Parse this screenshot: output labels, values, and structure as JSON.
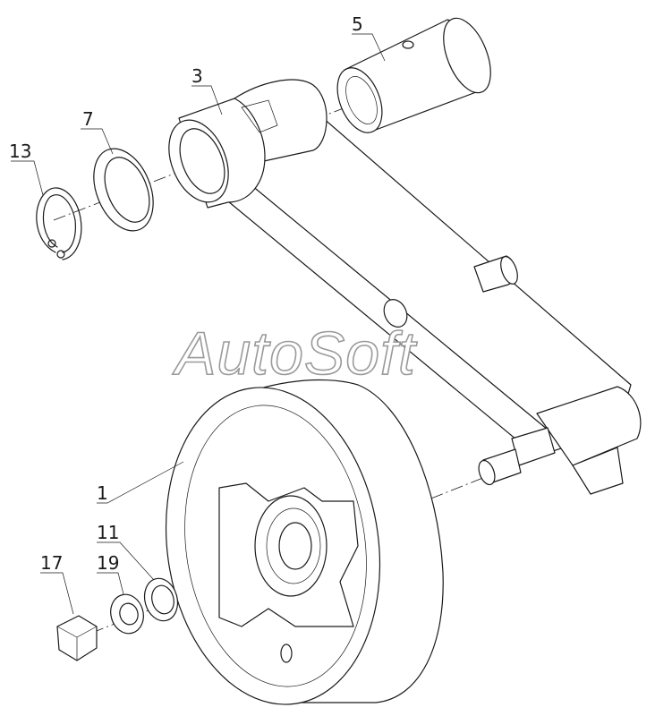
{
  "callouts": [
    {
      "id": "p1",
      "number": "1"
    },
    {
      "id": "p3",
      "number": "3"
    },
    {
      "id": "p5",
      "number": "5"
    },
    {
      "id": "p7",
      "number": "7"
    },
    {
      "id": "p11",
      "number": "11"
    },
    {
      "id": "p13",
      "number": "13"
    },
    {
      "id": "p17",
      "number": "17"
    },
    {
      "id": "p19",
      "number": "19"
    }
  ],
  "watermark": "AutoSoft"
}
